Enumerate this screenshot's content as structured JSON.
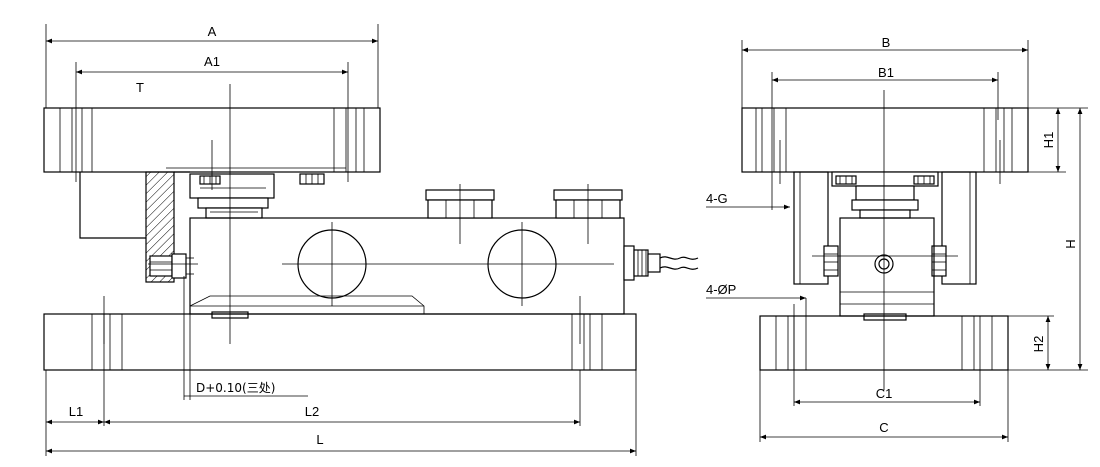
{
  "labels": {
    "A": "A",
    "A1": "A1",
    "T": "T",
    "L1": "L1",
    "L2": "L2",
    "L": "L",
    "D_note": "D+0.10(三处)",
    "B": "B",
    "B1": "B1",
    "H1": "H1",
    "H": "H",
    "H2": "H2",
    "G": "4-G",
    "P": "4-ØP",
    "C1": "C1",
    "C": "C"
  }
}
